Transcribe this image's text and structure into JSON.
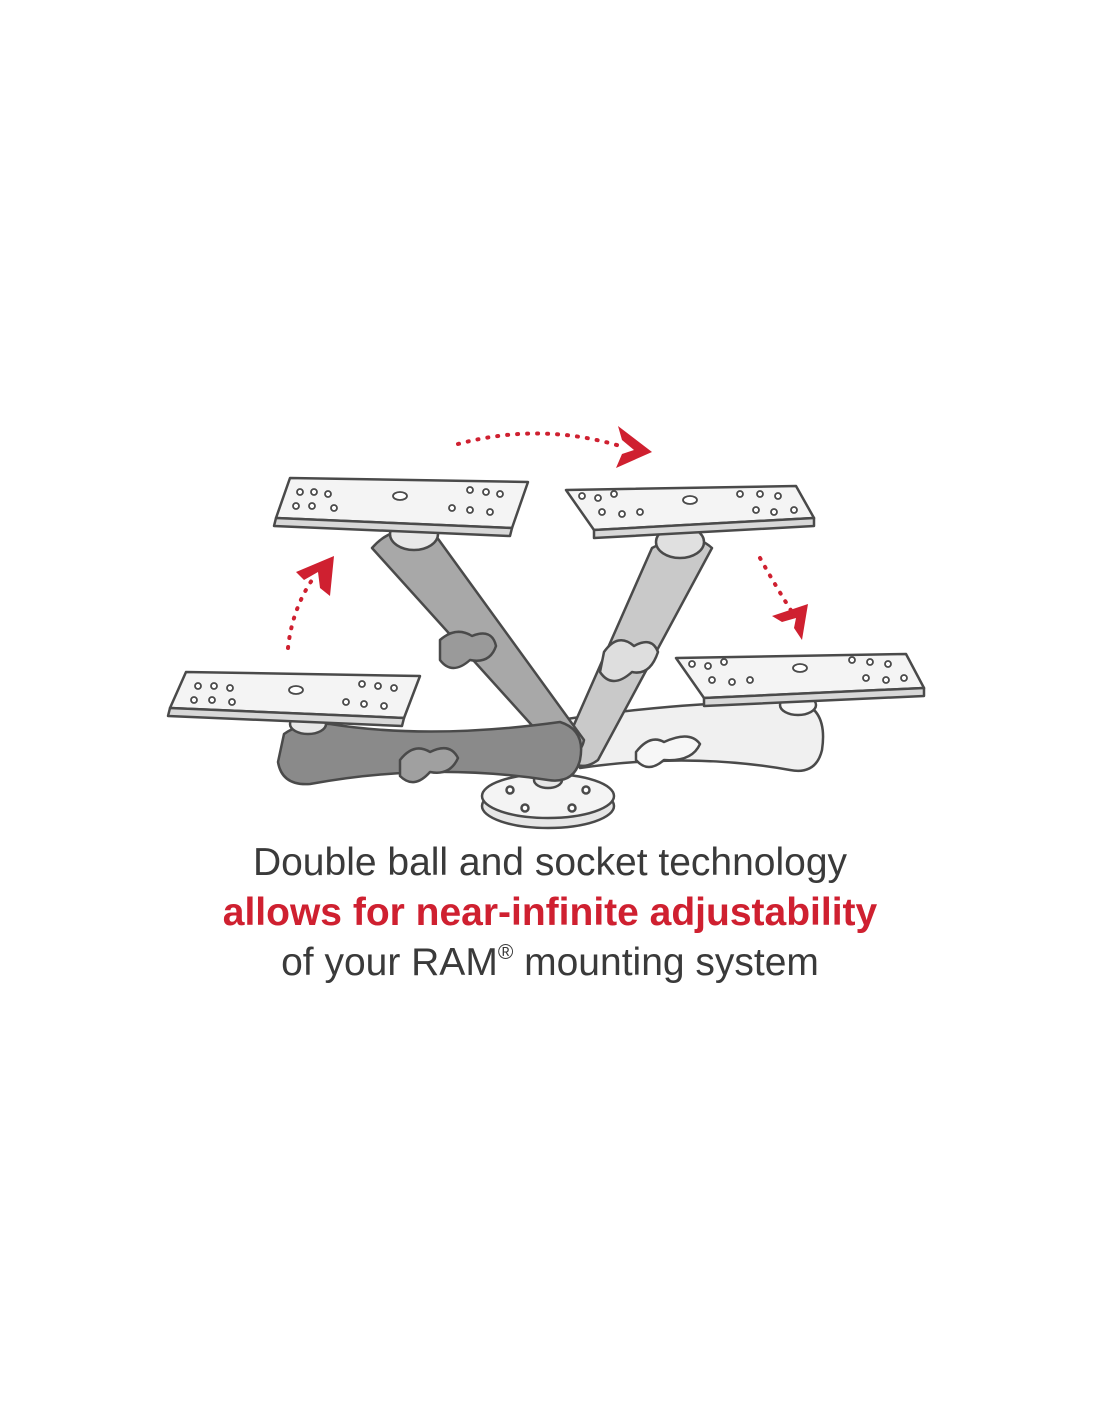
{
  "caption": {
    "line1": "Double ball and socket technology",
    "line2": "allows for near-infinite adjustability",
    "line3_before": "of your RAM",
    "line3_mark": "®",
    "line3_after": " mounting system"
  },
  "colors": {
    "accent_red": "#cf2030",
    "text_gray": "#3a3a3a",
    "arm_dark": "#8a8a8a",
    "arm_mid": "#c9c9c9",
    "arm_light": "#f0f0f0",
    "outline": "#4a4a4a"
  },
  "icons": [
    "mounting-plate-icon",
    "double-socket-arm-icon",
    "round-base-icon",
    "direction-arrow-icon"
  ]
}
